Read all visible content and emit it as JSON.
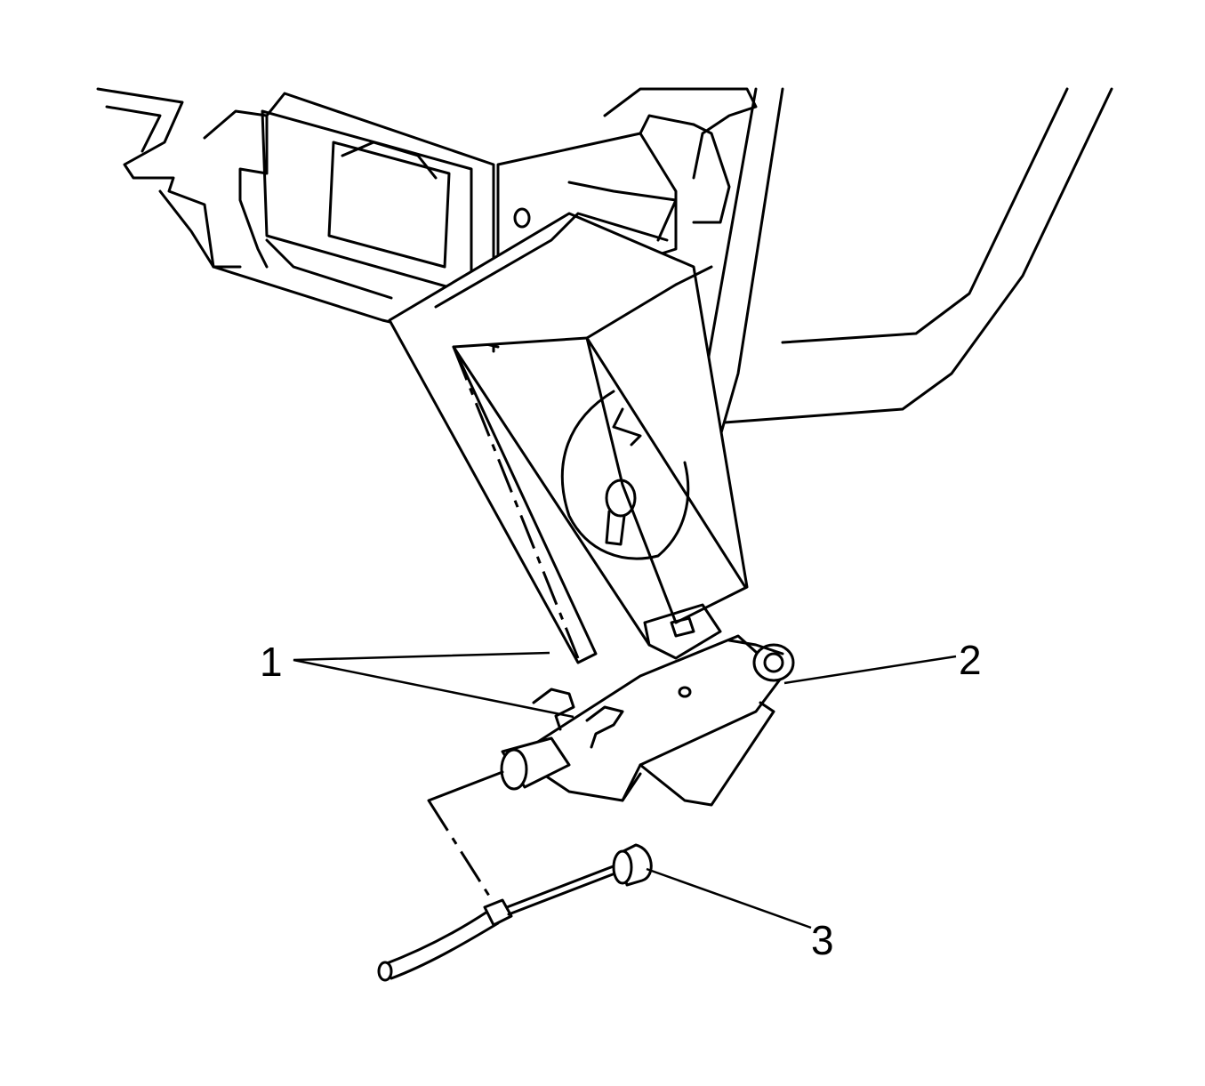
{
  "diagram": {
    "callouts": [
      {
        "label": "1"
      },
      {
        "label": "2"
      },
      {
        "label": "3"
      }
    ],
    "line_color": "#000000",
    "background": "#ffffff"
  }
}
